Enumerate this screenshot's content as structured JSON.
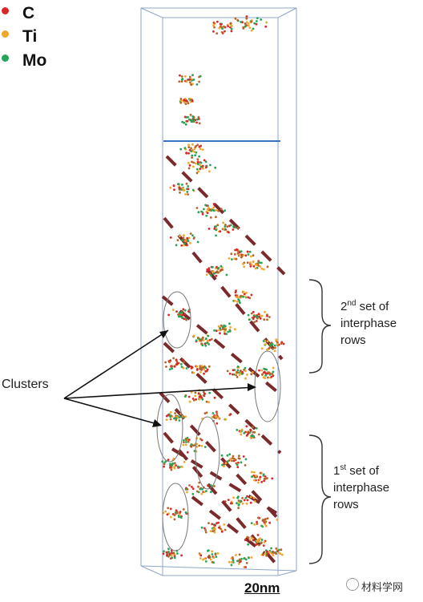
{
  "legend": [
    {
      "label": "C",
      "color": "#d8282a"
    },
    {
      "label": "Ti",
      "color": "#f2a52b"
    },
    {
      "label": "Mo",
      "color": "#23a55a"
    }
  ],
  "annotations": {
    "clusters": "Clusters",
    "set2_ordinal": "2",
    "set2_sup": "nd",
    "set2_rest": " set of",
    "set2_line2": "interphase",
    "set2_line3": "rows",
    "set1_ordinal": "1",
    "set1_sup": "st",
    "set1_rest": " set of",
    "set1_line2": "interphase",
    "set1_line3": "rows"
  },
  "scale_bar": "20nm",
  "watermark": "材料学网",
  "colors": {
    "box_edge": "#8fa6c8",
    "interface_line": "#3b73c4",
    "row_dash": "#7a2a2a",
    "ellipse": "#777777"
  }
}
